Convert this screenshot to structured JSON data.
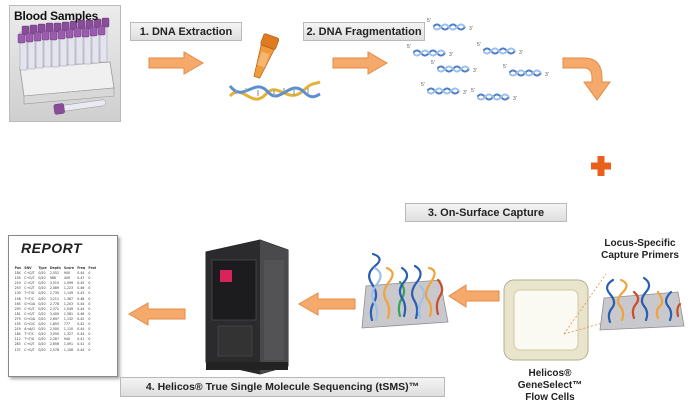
{
  "blood_samples_label": "Blood Samples",
  "steps": {
    "step1": "1. DNA Extraction",
    "step2": "2. DNA Fragmentation",
    "step3": "3. On-Surface Capture",
    "step4": "4. Helicos® True Single Molecule Sequencing (tSMS)™"
  },
  "fragment_ends": {
    "five": "5'",
    "three": "3'"
  },
  "capture_primers_label": [
    "Locus-Specific",
    "Capture Primers"
  ],
  "flow_cells_label": [
    "Helicos®",
    "GeneSelect™",
    "Flow Cells"
  ],
  "report": {
    "title": "REPORT",
    "columns": [
      "Pos",
      "SNV",
      "Type",
      "Depth",
      "Score",
      "Freq",
      "Prot"
    ],
    "rows": [
      [
        "184",
        "C→G/T",
        "0/20",
        "2,552",
        "900",
        "0.44",
        "0"
      ],
      [
        "105",
        "C→G/T",
        "0/20",
        "986",
        "409",
        "0.47",
        "0"
      ],
      [
        "219",
        "C→G/T",
        "0/20",
        "3,515",
        "1,099",
        "0.45",
        "0"
      ],
      [
        "253",
        "C→G/T",
        "0/20",
        "2,089",
        "1,223",
        "0.46",
        "0"
      ],
      [
        "130",
        "T→T/G",
        "0/20",
        "2,735",
        "1,149",
        "0.43",
        "0"
      ],
      [
        "158",
        "T→T/C",
        "0/20",
        "3,211",
        "1,367",
        "0.48",
        "0"
      ],
      [
        "165",
        "G→G/A",
        "0/20",
        "2,778",
        "1,203",
        "0.44",
        "0"
      ],
      [
        "293",
        "C→G/T",
        "0/20",
        "2,372",
        "1,049",
        "0.44",
        "0"
      ],
      [
        "181",
        "C→G/T",
        "0/20",
        "3,400",
        "1,581",
        "0.46",
        "0"
      ],
      [
        "279",
        "G→G/A",
        "0/20",
        "2,697",
        "1,132",
        "0.42",
        "0"
      ],
      [
        "155",
        "G→G/C",
        "0/20",
        "1,855",
        "777",
        "0.42",
        "0"
      ],
      [
        "219",
        "A→A/G",
        "0/20",
        "2,500",
        "1,110",
        "0.44",
        "0"
      ],
      [
        "184",
        "T→T/C",
        "0/20",
        "3,050",
        "1,327",
        "0.44",
        "0"
      ],
      [
        "112",
        "T→T/G",
        "0/20",
        "2,287",
        "940",
        "0.41",
        "0"
      ],
      [
        "283",
        "C→G/T",
        "0/20",
        "2,656",
        "1,091",
        "0.41",
        "0"
      ],
      [
        "137",
        "C→G/T",
        "0/20",
        "2,578",
        "1,108",
        "0.44",
        "0"
      ]
    ]
  },
  "colors": {
    "arrow": "#f5a96a",
    "arrow_border": "#e07b31",
    "plus": "#e8601c",
    "dna_blue": "#6f9fd8",
    "dna_dark": "#2f5ea8"
  }
}
